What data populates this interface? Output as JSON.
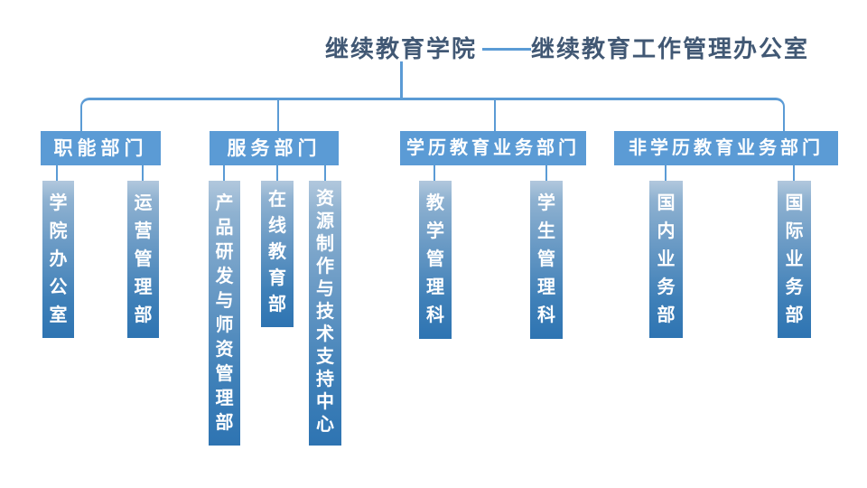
{
  "chart": {
    "type": "org-chart",
    "root": "继续教育学院",
    "office": "继续教育工作管理办公室",
    "branches": [
      {
        "label": "职能部门",
        "children": [
          {
            "label": "学院办公室"
          },
          {
            "label": "运营管理部"
          }
        ]
      },
      {
        "label": "服务部门",
        "children": [
          {
            "label": "产品研发与师资管理部"
          },
          {
            "label": "在线教育部"
          },
          {
            "label": "资源制作与技术支持中心"
          }
        ]
      },
      {
        "label": "学历教育业务部门",
        "children": [
          {
            "label": "教学管理科"
          },
          {
            "label": "学生管理科"
          }
        ]
      },
      {
        "label": "非学历教育业务部门",
        "children": [
          {
            "label": "国内业务部"
          },
          {
            "label": "国际业务部"
          }
        ]
      }
    ],
    "colors": {
      "node_fill": "#5b9bd5",
      "connector_line": "#5b9bd5",
      "title_text": "#415874",
      "node_text": "#ffffff",
      "column_gradient_top": "#b2c8dd",
      "column_gradient_bottom": "#2e74b2"
    }
  }
}
